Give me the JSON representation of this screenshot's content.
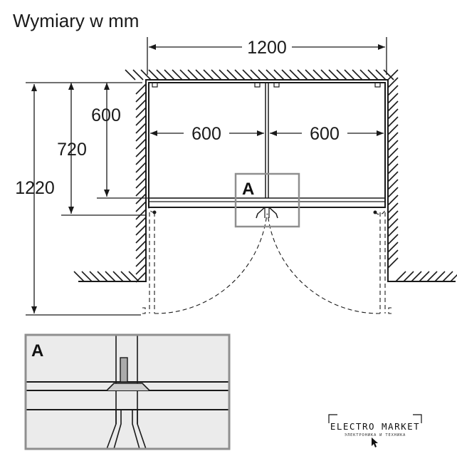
{
  "title": "Wymiary w mm",
  "dimensions": {
    "total_width": "1200",
    "left_compartment": "600",
    "right_compartment": "600",
    "depth_600": "600",
    "depth_720": "720",
    "depth_1220": "1220"
  },
  "detail_label": "A",
  "detail_inset_label": "A",
  "logo": {
    "name": "ELECTRO MARKET",
    "tagline": "ЭЛЕКТРОНИКА И ТЕХНИКА"
  },
  "colors": {
    "line": "#1a1a1a",
    "frame": "#8f8f8f",
    "inset_fill": "#ebebeb"
  }
}
